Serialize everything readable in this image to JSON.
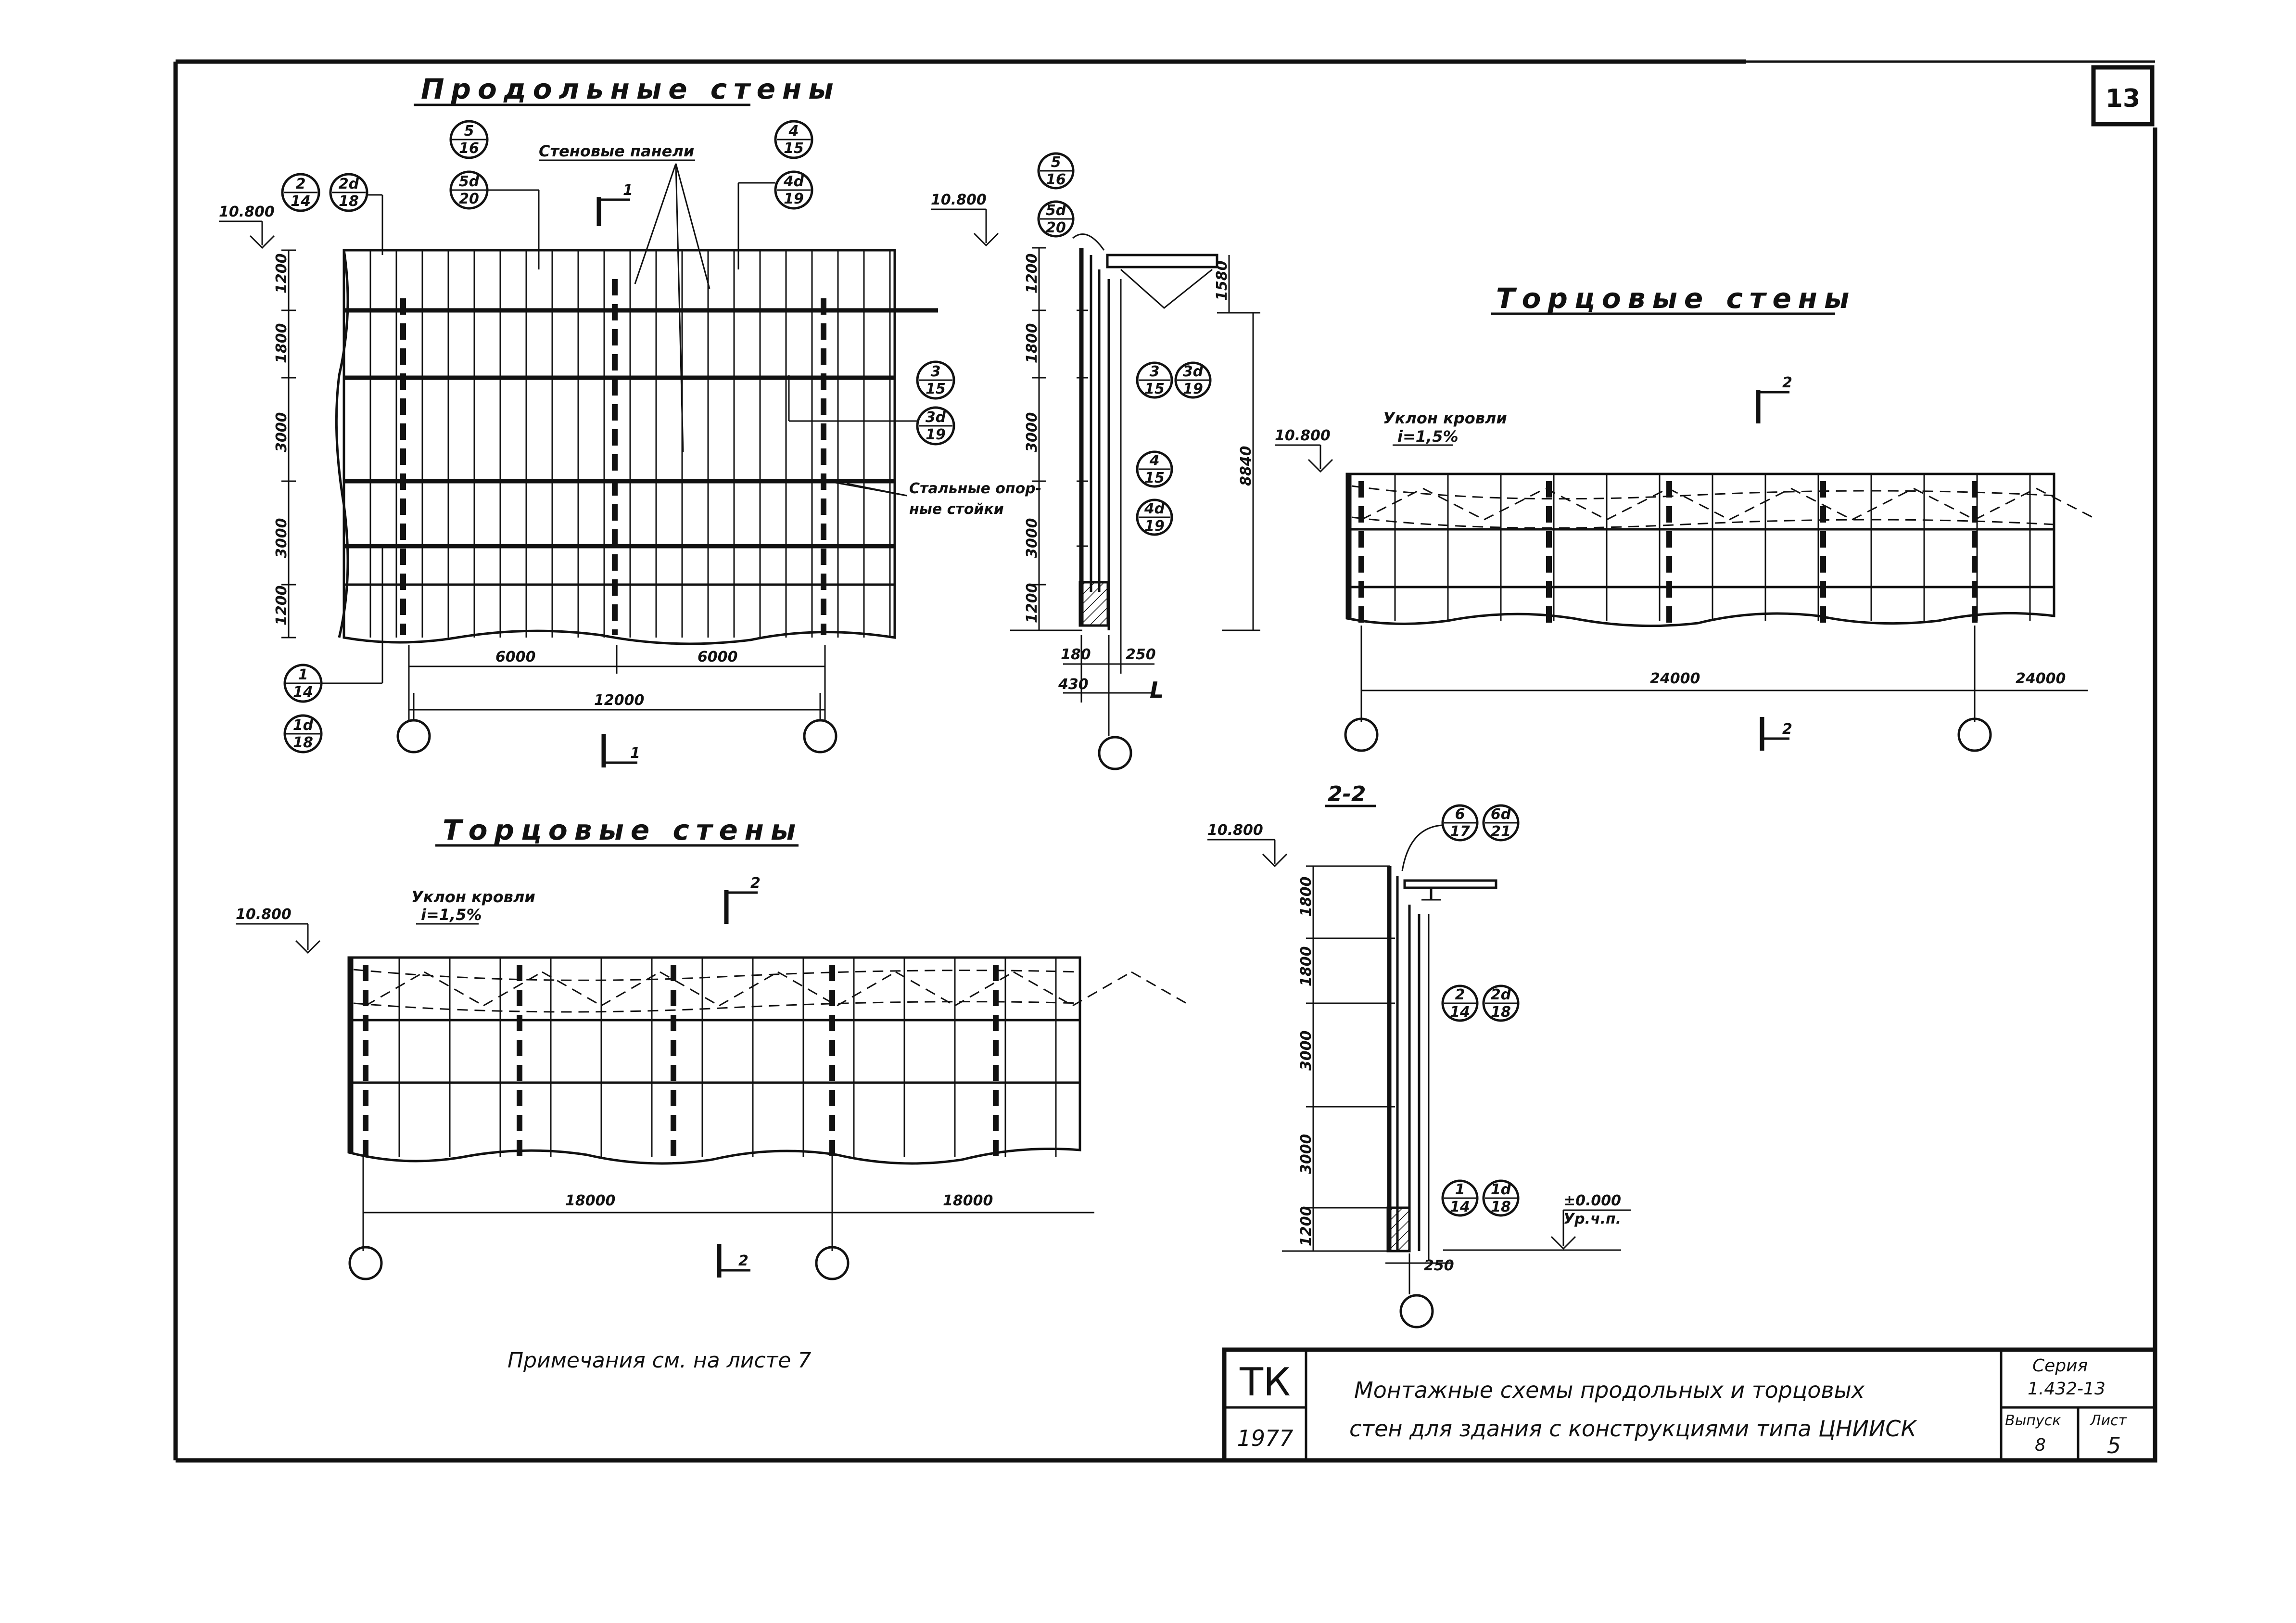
{
  "sheet_number": "13",
  "views": {
    "longitudinal": {
      "title": "Продольные стены",
      "wall_panels_label": "Стеновые панели",
      "steel_posts_label_line1": "Стальные опор-",
      "steel_posts_label_line2": "ные стойки",
      "elevation": "10.800",
      "vertical_dims": [
        "1200",
        "1800",
        "3000",
        "3000",
        "1200"
      ],
      "horizontal_dims": [
        "6000",
        "6000"
      ],
      "total_dim": "12000",
      "section_mark": "1",
      "marks": {
        "top_left": [
          "2",
          "14",
          "2d",
          "18"
        ],
        "top_mid": [
          "5",
          "16",
          "5d",
          "20"
        ],
        "top_right": [
          "4",
          "15",
          "4d",
          "19"
        ],
        "right": [
          "3",
          "15",
          "3d",
          "19"
        ],
        "bottom_left": [
          "1",
          "14",
          "1d",
          "18"
        ]
      }
    },
    "section_1": {
      "elevation": "10.800",
      "vertical_dims": [
        "1200",
        "1800",
        "3000",
        "3000",
        "1200"
      ],
      "height_dim": "8840",
      "parapet_dim": "1580",
      "bottom_dims": [
        "180",
        "250",
        "430"
      ],
      "axis_letter": "L",
      "marks": {
        "top": [
          "5",
          "16",
          "5d",
          "20"
        ],
        "mid": [
          "3",
          "15",
          "3d",
          "19"
        ],
        "low": [
          "4",
          "15",
          "4d",
          "19"
        ]
      }
    },
    "end_walls_right": {
      "title": "Торцовые стены",
      "roof_slope_label": "Уклон кровли",
      "roof_slope_value": "i=1,5%",
      "elevation": "10.800",
      "section_mark": "2",
      "span_dims": [
        "24000",
        "24000"
      ]
    },
    "end_walls_left": {
      "title": "Торцовые стены",
      "roof_slope_label": "Уклон кровли",
      "roof_slope_value": "i=1,5%",
      "elevation": "10.800",
      "section_mark": "2",
      "span_dims": [
        "18000",
        "18000"
      ]
    },
    "section_2": {
      "title": "2-2",
      "elevation": "10.800",
      "vertical_dims": [
        "1800",
        "1800",
        "3000",
        "3000",
        "1200"
      ],
      "bottom_dim": "250",
      "level_value": "±0.000",
      "level_label": "Ур.ч.п.",
      "marks": {
        "top": [
          "6",
          "17",
          "6d",
          "21"
        ],
        "mid": [
          "2",
          "14",
          "2d",
          "18"
        ],
        "low": [
          "1",
          "14",
          "1d",
          "18"
        ]
      }
    }
  },
  "note": "Примечания см. на листе 7",
  "title_block": {
    "org": "ТК",
    "year": "1977",
    "title_line1": "Монтажные схемы продольных и торцовых",
    "title_line2": "стен для здания с конструкциями типа ЦНИИСК",
    "series_label": "Серия",
    "series_value": "1.432-13",
    "issue_label": "Выпуск",
    "issue_value": "8",
    "sheet_label": "Лист",
    "sheet_value": "5"
  }
}
